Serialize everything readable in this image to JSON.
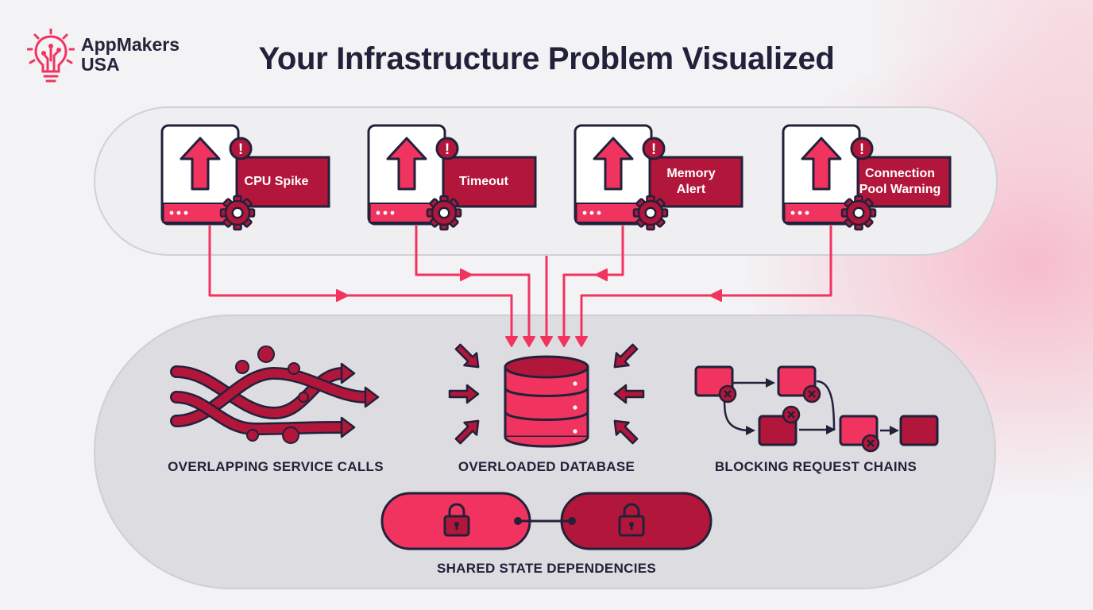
{
  "brand": {
    "name_line1": "AppMakers",
    "name_line2": "USA",
    "icon": "lightbulb-circuit-icon"
  },
  "title": "Your Infrastructure Problem Visualized",
  "colors": {
    "primary": "#f0345f",
    "dark_red": "#b3163b",
    "outline": "#22213a",
    "panel_top": "#efeef1",
    "panel_bottom": "#dddce1"
  },
  "alerts": [
    {
      "line1": "CPU Spike",
      "line2": "",
      "icon": "upload-server-icon",
      "badge": "!"
    },
    {
      "line1": "Timeout",
      "line2": "",
      "icon": "upload-server-icon",
      "badge": "!"
    },
    {
      "line1": "Memory",
      "line2": "Alert",
      "icon": "upload-server-icon",
      "badge": "!"
    },
    {
      "line1": "Connection",
      "line2": "Pool Warning",
      "icon": "upload-server-icon",
      "badge": "!"
    }
  ],
  "problems": [
    {
      "caption": "OVERLAPPING SERVICE CALLS",
      "icon": "tangled-arrows-icon"
    },
    {
      "caption": "OVERLOADED DATABASE",
      "icon": "database-icon"
    },
    {
      "caption": "BLOCKING REQUEST CHAINS",
      "icon": "blocked-chain-icon"
    }
  ],
  "shared_state": {
    "caption": "SHARED STATE DEPENDENCIES",
    "icon": "lock-icon"
  }
}
